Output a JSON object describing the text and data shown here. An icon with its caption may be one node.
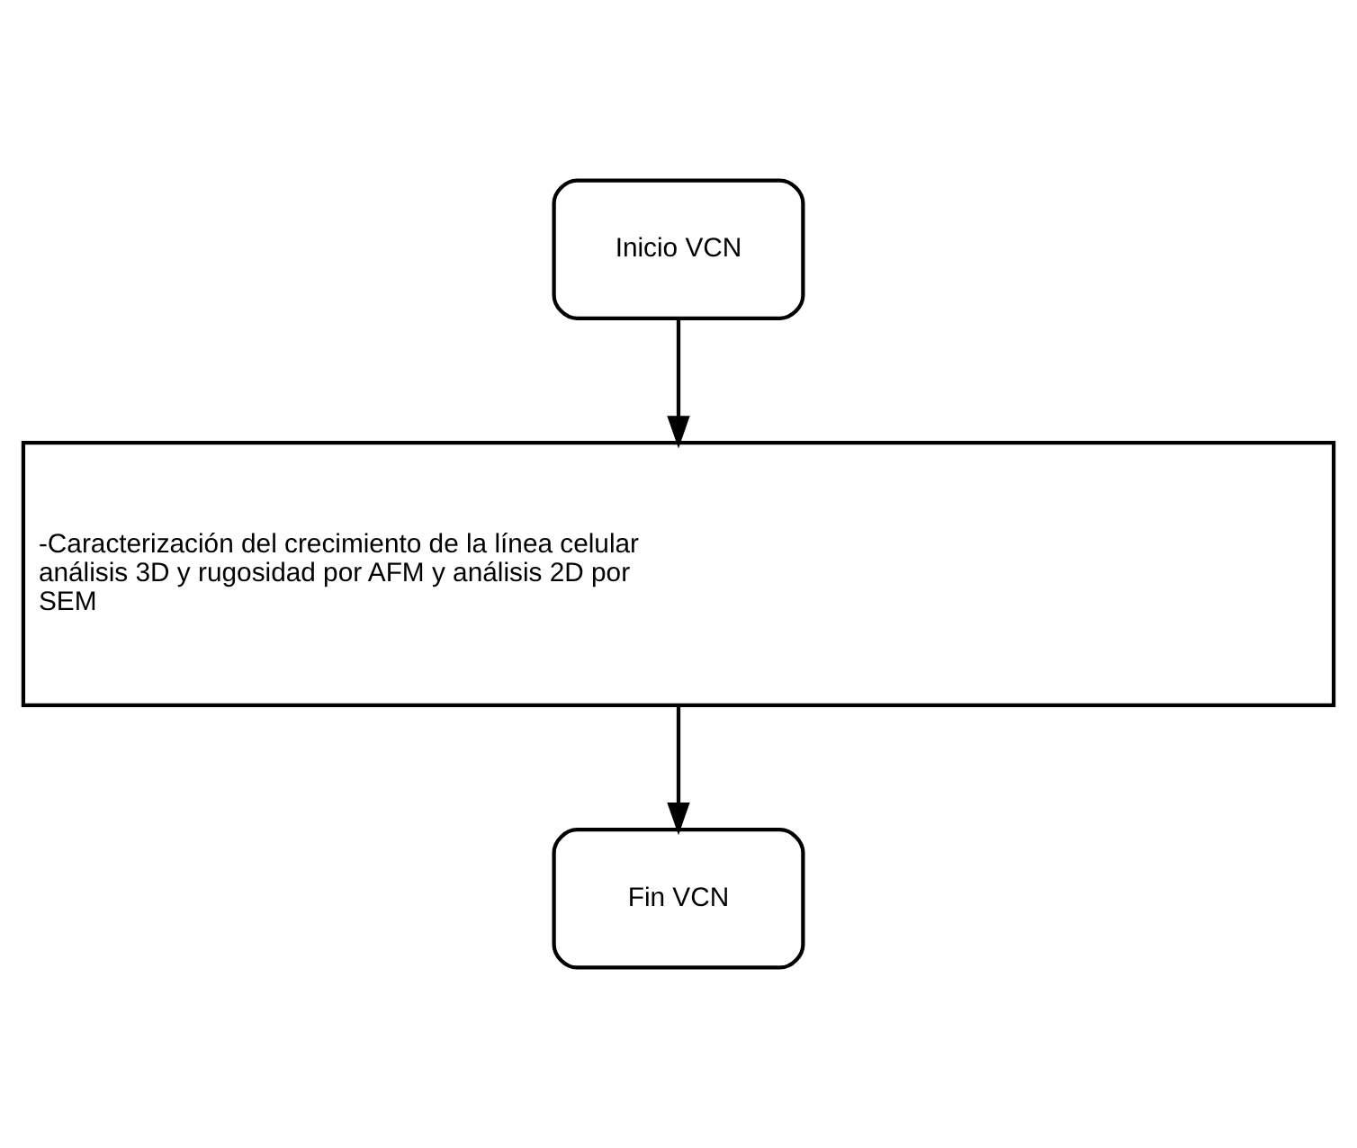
{
  "diagram": {
    "nodes": [
      {
        "text": [
          "Inicio VCN"
        ]
      },
      {
        "text": [
          "-Caracterización del crecimiento de la línea celular análisis 3D y rugosidad por AFM y análisis 2D por SEM"
        ]
      },
      {
        "text": [
          "Fin VCN"
        ]
      }
    ],
    "edges": [
      {
        "from": 0,
        "to": 1,
        "arrow": "to"
      },
      {
        "from": 1,
        "to": 2,
        "arrow": "to"
      }
    ]
  }
}
